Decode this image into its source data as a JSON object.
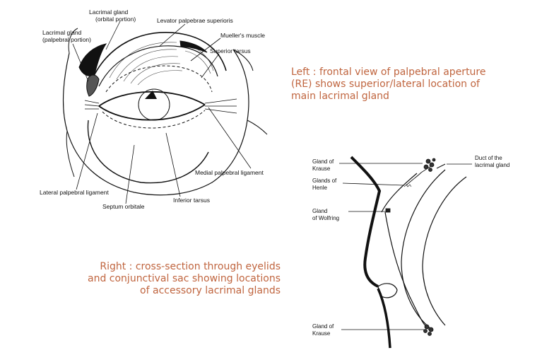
{
  "captions": {
    "left": "Left : frontal view of palpebral aperture (RE) shows superior/lateral location of main lacrimal gland",
    "right": "Right : cross-section through eyelids and conjunctival sac showing locations of accessory lacrimal glands"
  },
  "frontal_view_labels": {
    "lacrimal_gland_orbital_1": "Lacrimal gland",
    "lacrimal_gland_orbital_2": "(orbital portion)",
    "lacrimal_gland_palpebral_1": "Lacrimal gland",
    "lacrimal_gland_palpebral_2": "(palpebral portion)",
    "levator": "Levator palpebrae superioris",
    "mueller": "Mueller's muscle",
    "superior_tarsus": "Superior tarsus",
    "medial_ligament": "Medial palpebral ligament",
    "lateral_ligament": "Lateral palpebral ligament",
    "inferior_tarsus": "Inferior tarsus",
    "septum_orbitale": "Septum orbitale"
  },
  "cross_section_labels": {
    "gland_krause_top_1": "Gland of",
    "gland_krause_top_2": "Krause",
    "glands_henle_1": "Glands of",
    "glands_henle_2": "Henle",
    "gland_wolfring_1": "Gland",
    "gland_wolfring_2": "of Wolfring",
    "duct_1": "Duct of the",
    "duct_2": "lacrimal gland",
    "gland_krause_bottom_1": "Gland of",
    "gland_krause_bottom_2": "Krause"
  }
}
